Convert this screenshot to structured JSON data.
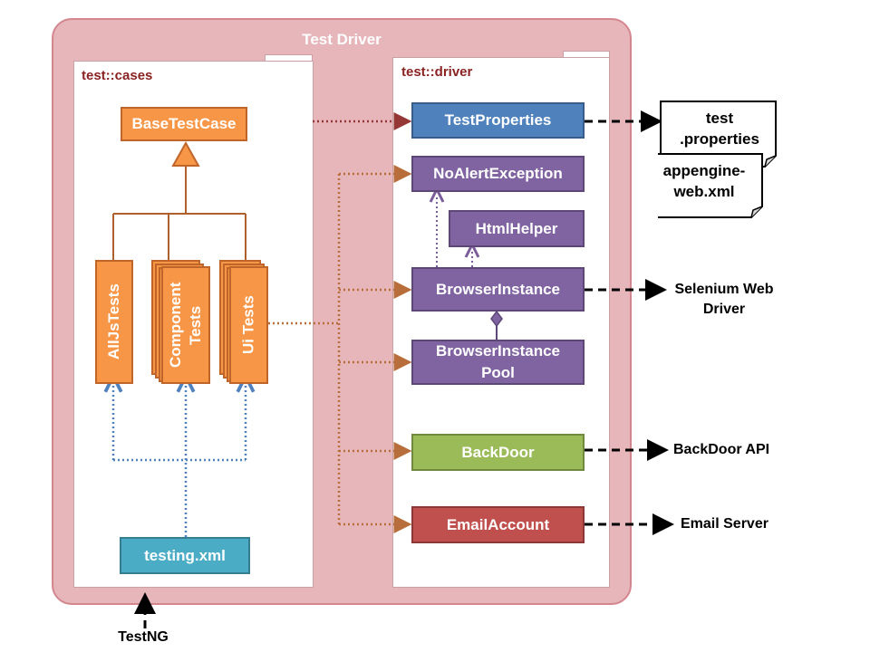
{
  "title": "Test Driver",
  "packages": {
    "cases": "test::cases",
    "driver": "test::driver"
  },
  "cases": {
    "base": "BaseTestCase",
    "alljs": "AllJsTests",
    "component": "Component Tests",
    "ui": "Ui Tests",
    "testing": "testing.xml"
  },
  "driver": {
    "test_properties": "TestProperties",
    "no_alert": "NoAlertException",
    "html_helper": "HtmlHelper",
    "browser_instance": "BrowserInstance",
    "browser_pool": "BrowserInstance Pool",
    "backdoor": "BackDoor",
    "email": "EmailAccount"
  },
  "external": {
    "test_properties_file": "test .properties",
    "appengine_file": "appengine- web.xml",
    "selenium": "Selenium Web Driver",
    "backdoor_api": "BackDoor API",
    "email_server": "Email Server",
    "testng": "TestNG"
  },
  "colors": {
    "orange": "#f79646",
    "blue": "#4f81bd",
    "purple": "#8064a2",
    "green": "#9bbb59",
    "red": "#c0504d",
    "cyan": "#4bacc6",
    "frame": "#e6b6ba"
  }
}
